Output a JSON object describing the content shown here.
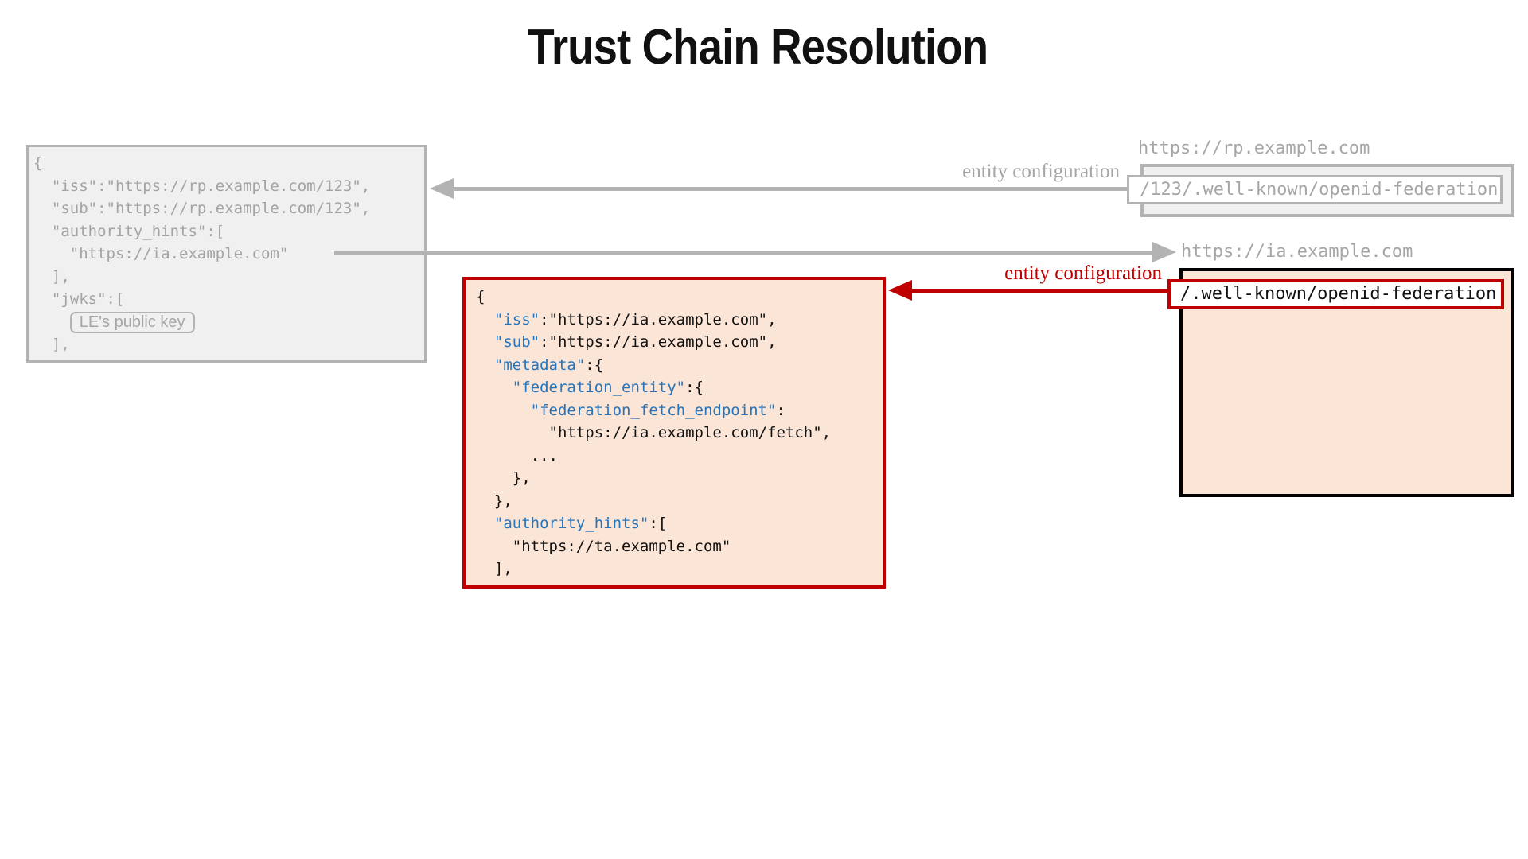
{
  "title": "Trust Chain Resolution",
  "colors": {
    "gray_border": "#b3b3b3",
    "gray_text": "#a3a3a3",
    "gray_fill": "#f0f0f0",
    "red": "#c00000",
    "peach_fill": "#fbe5d6",
    "key_blue": "#2574bc"
  },
  "labels": {
    "rp_entity_configuration_arrow": "entity configuration",
    "ia_entity_configuration_arrow": "entity configuration",
    "rp_host": "https://rp.example.com",
    "rp_wellknown_path": "/123/.well-known/openid-federation",
    "ia_host": "https://ia.example.com",
    "ia_wellknown_path": "/.well-known/openid-federation"
  },
  "rp_entity_statement": {
    "lines": [
      [
        {
          "t": "{"
        }
      ],
      [
        {
          "t": "  \"iss\":\"https://rp.example.com/123\","
        }
      ],
      [
        {
          "t": "  \"sub\":\"https://rp.example.com/123\","
        }
      ],
      [
        {
          "t": "  \"authority_hints\":["
        }
      ],
      [
        {
          "t": "    \"https://ia.example.com\""
        }
      ],
      [
        {
          "t": "  ],"
        }
      ],
      [
        {
          "t": "  \"jwks\":["
        }
      ],
      [
        {
          "t": "    "
        },
        {
          "t": "LE's public key",
          "chip": true
        }
      ],
      [
        {
          "t": "  ],"
        }
      ]
    ]
  },
  "ia_entity_configuration": {
    "lines": [
      [
        {
          "t": "{"
        }
      ],
      [
        {
          "t": "  "
        },
        {
          "t": "\"iss\"",
          "k": true
        },
        {
          "t": ":\"https://ia.example.com\","
        }
      ],
      [
        {
          "t": "  "
        },
        {
          "t": "\"sub\"",
          "k": true
        },
        {
          "t": ":\"https://ia.example.com\","
        }
      ],
      [
        {
          "t": "  "
        },
        {
          "t": "\"metadata\"",
          "k": true
        },
        {
          "t": ":{"
        }
      ],
      [
        {
          "t": "    "
        },
        {
          "t": "\"federation_entity\"",
          "k": true
        },
        {
          "t": ":{"
        }
      ],
      [
        {
          "t": "      "
        },
        {
          "t": "\"federation_fetch_endpoint\"",
          "k": true
        },
        {
          "t": ":"
        }
      ],
      [
        {
          "t": "        \"https://ia.example.com/fetch\","
        }
      ],
      [
        {
          "t": "      ..."
        }
      ],
      [
        {
          "t": "    },"
        }
      ],
      [
        {
          "t": "  },"
        }
      ],
      [
        {
          "t": "  "
        },
        {
          "t": "\"authority_hints\"",
          "k": true
        },
        {
          "t": ":["
        }
      ],
      [
        {
          "t": "    \"https://ta.example.com\""
        }
      ],
      [
        {
          "t": "  ],"
        }
      ]
    ]
  }
}
